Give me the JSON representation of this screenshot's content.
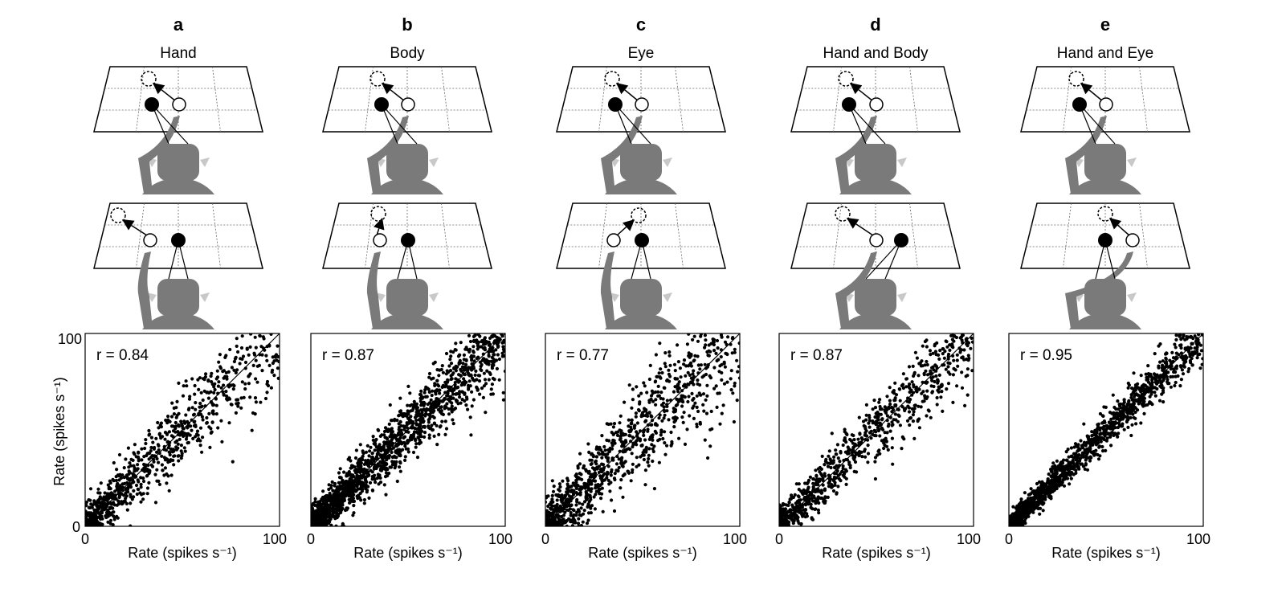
{
  "figure": {
    "panels": [
      {
        "letter": "a",
        "title": "Hand",
        "r_text": "r = 0.84",
        "r": 0.84
      },
      {
        "letter": "b",
        "title": "Body",
        "r_text": "r = 0.87",
        "r": 0.87
      },
      {
        "letter": "c",
        "title": "Eye",
        "r_text": "r = 0.77",
        "r": 0.77
      },
      {
        "letter": "d",
        "title": "Hand and Body",
        "r_text": "r = 0.87",
        "r": 0.87
      },
      {
        "letter": "e",
        "title": "Hand and Eye",
        "r_text": "r = 0.95",
        "r": 0.95
      }
    ],
    "y_axis_label": "Rate (spikes s⁻¹)",
    "x_axis_label": "Rate (spikes s⁻¹)",
    "tick_min": "0",
    "tick_max": "100"
  },
  "colors": {
    "figure_gray": "#7a7a7a",
    "ear_gray": "#c8c8c8",
    "ink": "#000000"
  },
  "chart_data": [
    {
      "type": "scatter",
      "panel": "a",
      "xlim": [
        0,
        100
      ],
      "ylim": [
        0,
        100
      ],
      "r": 0.84,
      "n_points": 900,
      "xlabel": "Rate (spikes s⁻¹)",
      "ylabel": "Rate (spikes s⁻¹)",
      "identity_line": true,
      "grid": false
    },
    {
      "type": "scatter",
      "panel": "b",
      "xlim": [
        0,
        100
      ],
      "ylim": [
        0,
        100
      ],
      "r": 0.87,
      "n_points": 1800,
      "xlabel": "Rate (spikes s⁻¹)",
      "ylabel": "",
      "identity_line": true,
      "grid": false
    },
    {
      "type": "scatter",
      "panel": "c",
      "xlim": [
        0,
        100
      ],
      "ylim": [
        0,
        100
      ],
      "r": 0.77,
      "n_points": 1100,
      "xlabel": "Rate (spikes s⁻¹)",
      "ylabel": "",
      "identity_line": true,
      "grid": false
    },
    {
      "type": "scatter",
      "panel": "d",
      "xlim": [
        0,
        100
      ],
      "ylim": [
        0,
        100
      ],
      "r": 0.87,
      "n_points": 900,
      "xlabel": "Rate (spikes s⁻¹)",
      "ylabel": "",
      "identity_line": true,
      "grid": false
    },
    {
      "type": "scatter",
      "panel": "e",
      "xlim": [
        0,
        100
      ],
      "ylim": [
        0,
        100
      ],
      "r": 0.95,
      "n_points": 1400,
      "xlabel": "Rate (spikes s⁻¹)",
      "ylabel": "",
      "identity_line": true,
      "grid": false
    }
  ]
}
